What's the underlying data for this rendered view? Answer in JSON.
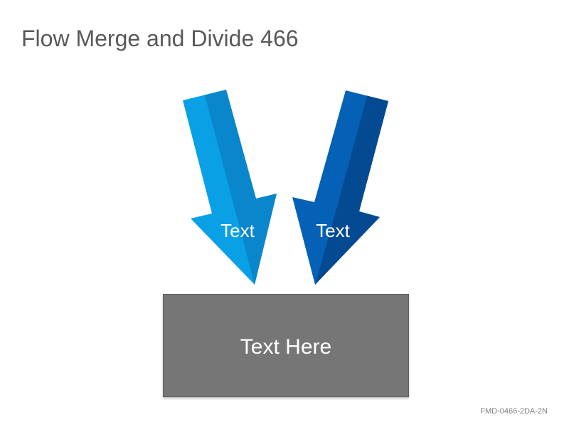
{
  "title": "Flow Merge and Divide 466",
  "arrows": [
    {
      "label": "Text",
      "color": "#0aa0e6",
      "shade": "#0983c9"
    },
    {
      "label": "Text",
      "color": "#0561b5",
      "shade": "#04488f"
    }
  ],
  "box": {
    "label": "Text Here",
    "color": "#767676"
  },
  "code": "FMD-0466-2DA-2N"
}
